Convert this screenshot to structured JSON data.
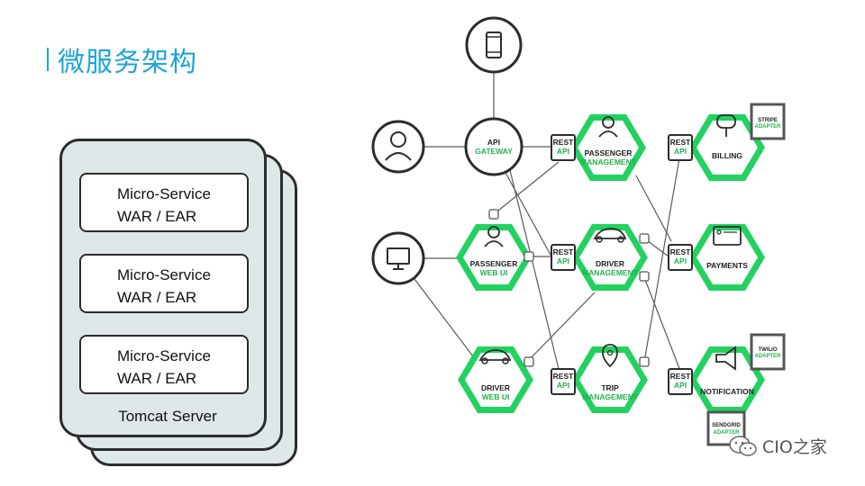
{
  "title": "微服务架构",
  "left_stack": {
    "micro_services": [
      {
        "line1": "Micro-Service",
        "line2": "WAR / EAR"
      },
      {
        "line1": "Micro-Service",
        "line2": "WAR / EAR"
      },
      {
        "line1": "Micro-Service",
        "line2": "WAR / EAR"
      }
    ],
    "server_label": "Tomcat Server"
  },
  "diagram": {
    "gateway": {
      "line1": "API",
      "line2": "GATEWAY"
    },
    "rest_api": {
      "line1": "REST",
      "line2": "API"
    },
    "passenger_mgmt": {
      "line1": "PASSENGER",
      "line2": "MANAGEMENT"
    },
    "billing": {
      "line1": "BILLING"
    },
    "stripe_adapter": {
      "line1": "STRIPE",
      "line2": "ADAPTER"
    },
    "passenger_web_ui": {
      "line1": "PASSENGER",
      "line2": "WEB UI"
    },
    "driver_mgmt": {
      "line1": "DRIVER",
      "line2": "MANAGEMENT"
    },
    "payments": {
      "line1": "PAYMENTS"
    },
    "driver_web_ui": {
      "line1": "DRIVER",
      "line2": "WEB UI"
    },
    "trip_mgmt": {
      "line1": "TRIP",
      "line2": "MANAGEMENT"
    },
    "notification": {
      "line1": "NOTIFICATION"
    },
    "twilio_adapter": {
      "line1": "TWILIO",
      "line2": "ADAPTER"
    },
    "sendgrid_adapter": {
      "line1": "SENDGRID",
      "line2": "ADAPTER"
    }
  },
  "watermark": "CIO之家",
  "colors": {
    "title": "#1fa3d8",
    "green": "#23d160",
    "dark": "#2c2c2c",
    "card_bg": "#dfe8e8"
  }
}
